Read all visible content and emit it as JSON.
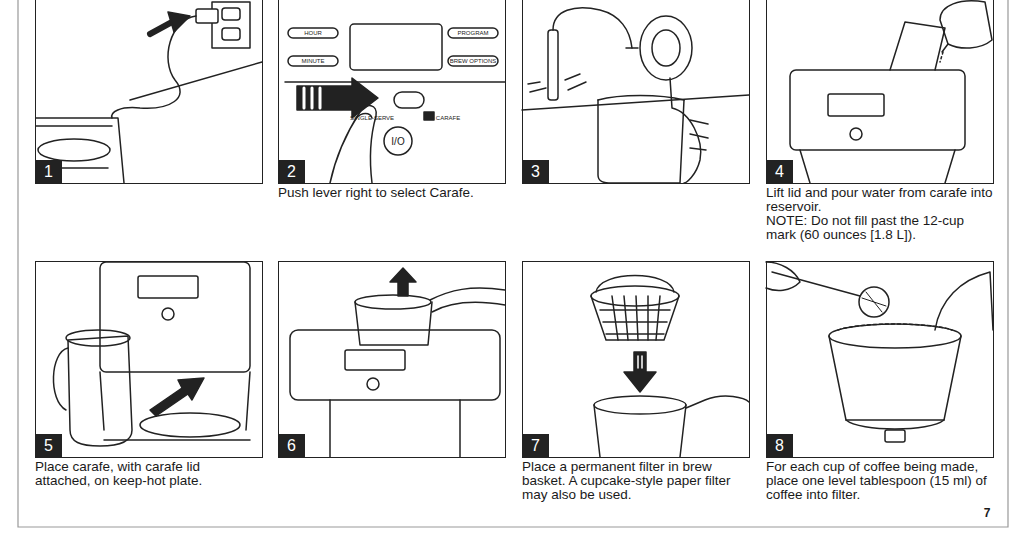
{
  "diagram": {
    "nodes": [
      {
        "text": [
          "1"
        ]
      },
      {
        "text": [
          "2",
          "Push lever right to select Carafe."
        ]
      },
      {
        "text": [
          "3"
        ]
      },
      {
        "text": [
          "4",
          "Lift lid and pour water from carafe into reservoir.",
          "NOTE: Do not fill past the 12-cup mark (60 ounces [1.8 L])."
        ]
      },
      {
        "text": [
          "5",
          "Place carafe, with carafe lid attached, on keep-hot plate."
        ]
      },
      {
        "text": [
          "6"
        ]
      },
      {
        "text": [
          "7",
          "Place a permanent filter in brew basket. A cupcake-style paper filter may also be used."
        ]
      },
      {
        "text": [
          "8",
          "For each cup of coffee being made, place one level tablespoon (15 ml) of coffee into filter."
        ]
      }
    ],
    "labels": [
      "HOUR",
      "MINUTE",
      "PROGRAM",
      "BREW OPTIONS",
      "SINGLE-SERVE",
      "CARAFE",
      "I/O",
      "7"
    ]
  }
}
